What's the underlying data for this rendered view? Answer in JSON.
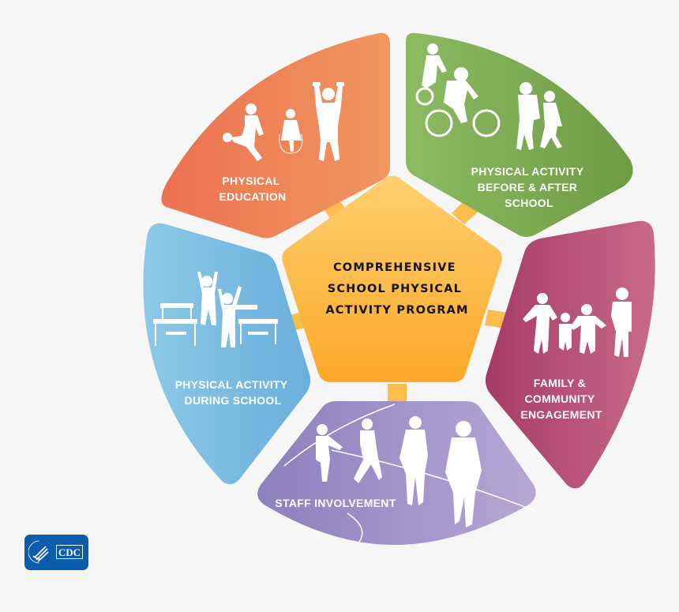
{
  "diagram": {
    "center": {
      "lines": [
        "COMPREHENSIVE",
        "SCHOOL PHYSICAL",
        "ACTIVITY PROGRAM"
      ],
      "color": "#fdb840"
    },
    "segments": [
      {
        "id": "physical-education",
        "lines": [
          "PHYSICAL",
          "EDUCATION"
        ],
        "color_start": "#ec7151",
        "color_end": "#f0975f",
        "icon": "kids-soccer-jumprope-dumbbells-icon"
      },
      {
        "id": "before-after-school",
        "lines": [
          "PHYSICAL ACTIVITY",
          "BEFORE & AFTER",
          "SCHOOL"
        ],
        "color_start": "#8cbb63",
        "color_end": "#6f9a45",
        "icon": "bikes-and-walking-kids-icon"
      },
      {
        "id": "family-community",
        "lines": [
          "FAMILY &",
          "COMMUNITY",
          "ENGAGEMENT"
        ],
        "color_start": "#a63b66",
        "color_end": "#c86a8a",
        "icon": "family-holding-hands-icon"
      },
      {
        "id": "staff-involvement",
        "lines": [
          "STAFF INVOLVEMENT"
        ],
        "color_start": "#8c80be",
        "color_end": "#b4a5d3",
        "icon": "people-walking-track-icon"
      },
      {
        "id": "during-school",
        "lines": [
          "PHYSICAL ACTIVITY",
          "DURING SCHOOL"
        ],
        "color_start": "#8cc8e6",
        "color_end": "#6aaedb",
        "icon": "kids-jumping-desks-icon"
      }
    ],
    "connector_color": "#fcbd4c"
  },
  "logo": {
    "text": "CDC",
    "bg": "#0b5cad"
  }
}
